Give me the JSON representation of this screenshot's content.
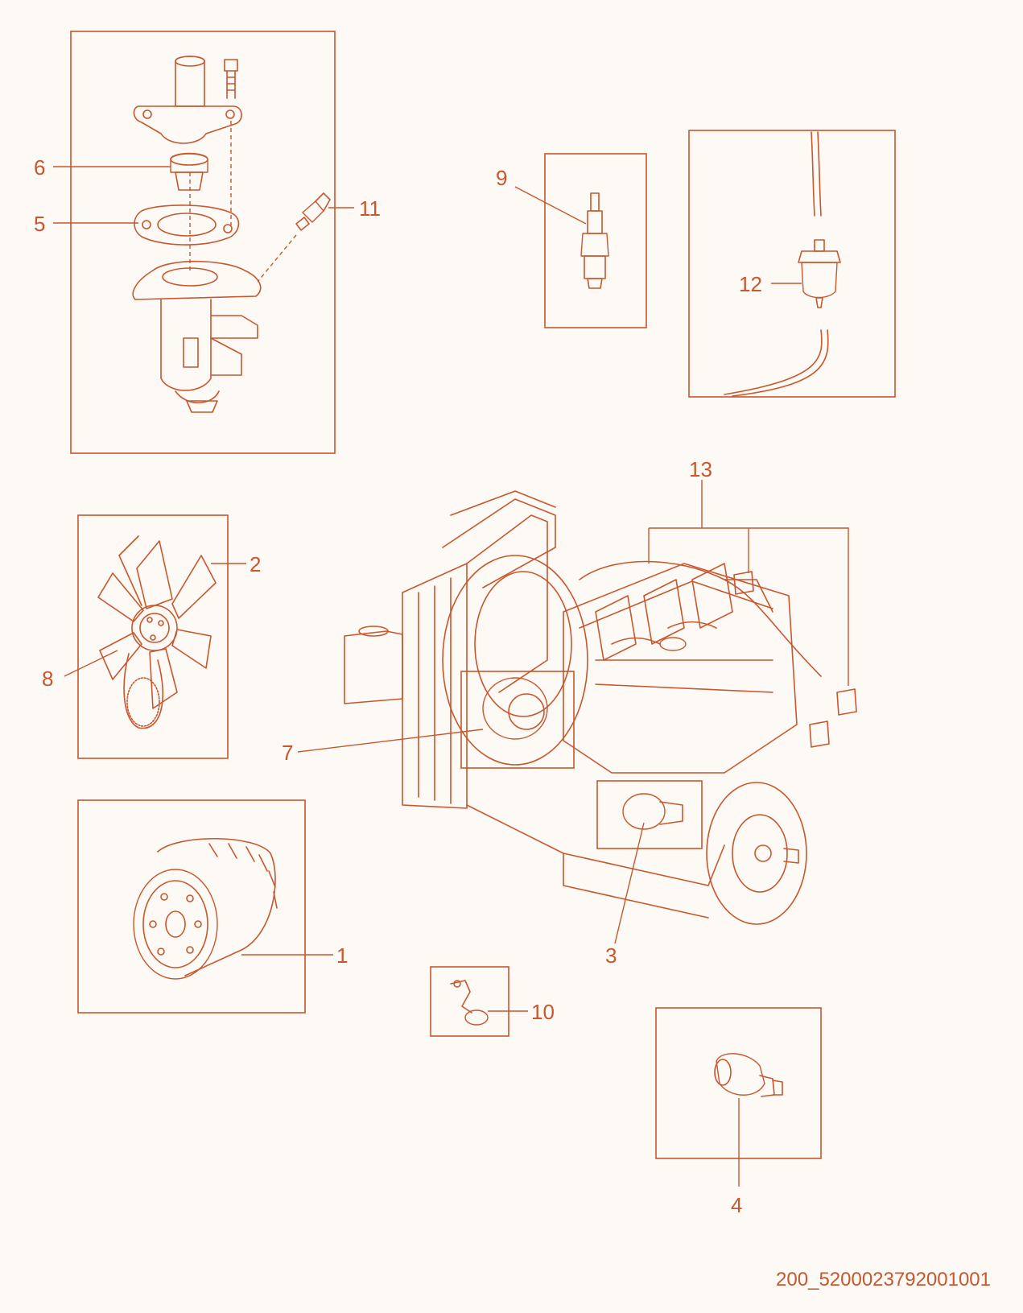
{
  "colors": {
    "ink": "#c8562e",
    "paper": "#fdfaf5",
    "fill": "#f6dcc9",
    "watermark": "#e6e1d8"
  },
  "callouts": {
    "c1": "1",
    "c2": "2",
    "c3": "3",
    "c4": "4",
    "c5": "5",
    "c6": "6",
    "c7": "7",
    "c8": "8",
    "c9": "9",
    "c10": "10",
    "c11": "11",
    "c12": "12",
    "c13": "13"
  },
  "reference_code": "200_5200023792001001"
}
